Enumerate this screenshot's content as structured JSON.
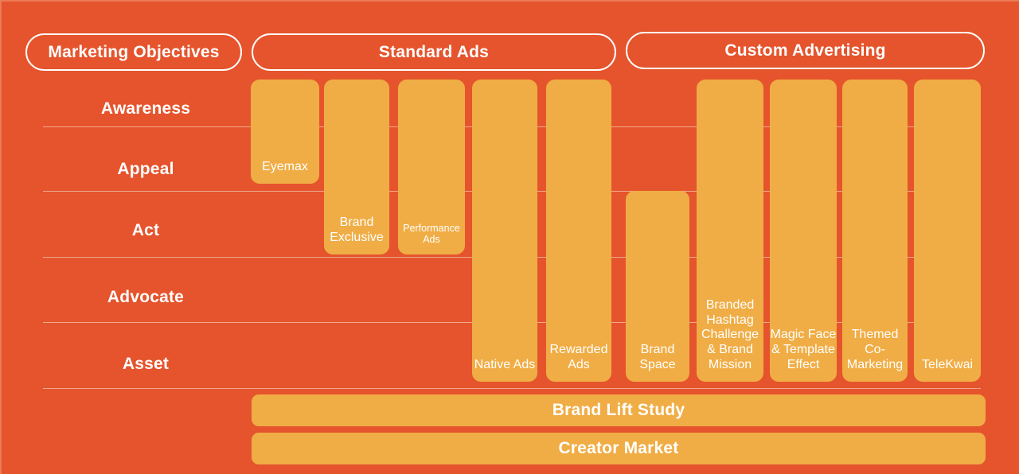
{
  "colors": {
    "background": "#e5542c",
    "bar": "#f0ad45",
    "text": "#ffffff",
    "divider": "#f1a88d",
    "pill_border": "#ffffff"
  },
  "headers": [
    {
      "id": "marketing-objectives",
      "label": "Marketing Objectives"
    },
    {
      "id": "standard-ads",
      "label": "Standard Ads"
    },
    {
      "id": "custom-advertising",
      "label": "Custom Advertising"
    }
  ],
  "objectives": [
    {
      "id": "awareness",
      "label": "Awareness"
    },
    {
      "id": "appeal",
      "label": "Appeal"
    },
    {
      "id": "act",
      "label": "Act"
    },
    {
      "id": "advocate",
      "label": "Advocate"
    },
    {
      "id": "asset",
      "label": "Asset"
    }
  ],
  "products": [
    {
      "id": "eyemax",
      "label": "Eyemax",
      "group": "standard-ads",
      "spans": [
        "awareness",
        "appeal"
      ]
    },
    {
      "id": "brand-exclusive",
      "label": "Brand Exclusive",
      "group": "standard-ads",
      "spans": [
        "awareness",
        "appeal",
        "act"
      ]
    },
    {
      "id": "performance-ads",
      "label": "Performance Ads",
      "group": "standard-ads",
      "spans": [
        "awareness",
        "appeal",
        "act"
      ]
    },
    {
      "id": "native-ads",
      "label": "Native Ads",
      "group": "standard-ads",
      "spans": [
        "awareness",
        "appeal",
        "act",
        "advocate",
        "asset"
      ]
    },
    {
      "id": "rewarded-ads",
      "label": "Rewarded Ads",
      "group": "standard-ads",
      "spans": [
        "awareness",
        "appeal",
        "act",
        "advocate",
        "asset"
      ]
    },
    {
      "id": "brand-space",
      "label": "Brand Space",
      "group": "custom-advertising",
      "spans": [
        "act",
        "advocate",
        "asset"
      ]
    },
    {
      "id": "branded-hashtag-challenge",
      "label": "Branded Hashtag Challenge & Brand Mission",
      "group": "custom-advertising",
      "spans": [
        "awareness",
        "appeal",
        "act",
        "advocate",
        "asset"
      ]
    },
    {
      "id": "magic-face-template-effect",
      "label": "Magic Face & Template Effect",
      "group": "custom-advertising",
      "spans": [
        "awareness",
        "appeal",
        "act",
        "advocate",
        "asset"
      ]
    },
    {
      "id": "themed-co-marketing",
      "label": "Themed Co-Marketing",
      "group": "custom-advertising",
      "spans": [
        "awareness",
        "appeal",
        "act",
        "advocate",
        "asset"
      ]
    },
    {
      "id": "telekwai",
      "label": "TeleKwai",
      "group": "custom-advertising",
      "spans": [
        "awareness",
        "appeal",
        "act",
        "advocate",
        "asset"
      ]
    }
  ],
  "full_width_bars": [
    {
      "id": "brand-lift-study",
      "label": "Brand Lift Study"
    },
    {
      "id": "creator-market",
      "label": "Creator Market"
    }
  ]
}
